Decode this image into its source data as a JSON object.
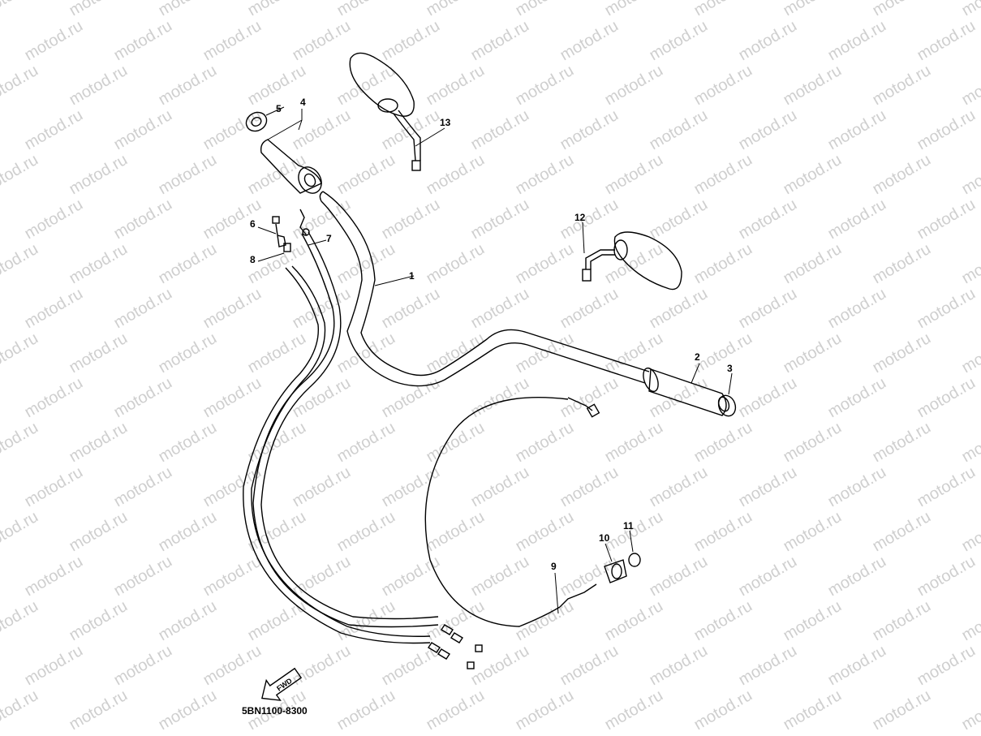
{
  "watermark": "motod.ru",
  "diagram_code": "5BN1100-8300",
  "fwd_label": "FWD",
  "callouts": [
    "1",
    "2",
    "3",
    "4",
    "5",
    "6",
    "7",
    "8",
    "9",
    "10",
    "11",
    "12",
    "13"
  ]
}
